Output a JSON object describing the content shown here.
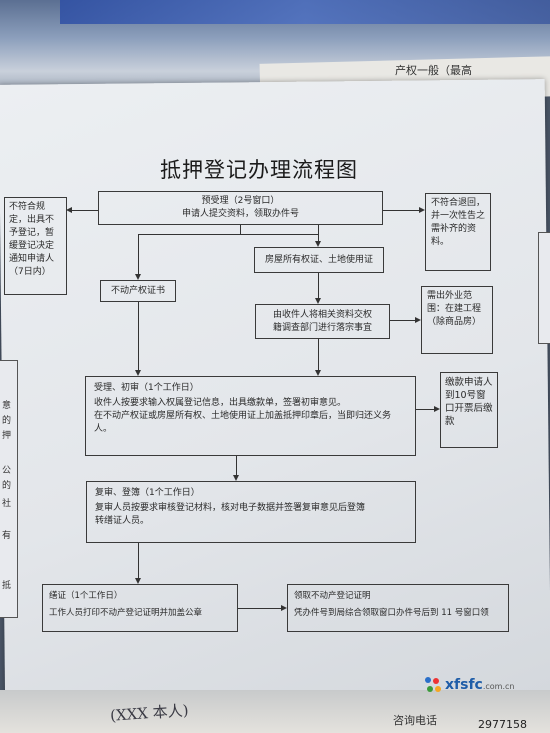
{
  "background": {
    "top_doc_text": "产权一般（最高",
    "bottom_handwriting": "(XXX 本人)",
    "bottom_phone_label": "咨询电话",
    "bottom_number": "2977158"
  },
  "title": "抵押登记办理流程图",
  "flow": {
    "pre_accept": {
      "line1": "预受理（2号窗口）",
      "line2": "申请人提交资料，领取办件号"
    },
    "left_reject": {
      "text": "不符合规定，出具不予登记，暂缓登记决定通知申请人（7日内）"
    },
    "right_reject": {
      "text": "不符合退回，并一次性告之需补齐的资料。"
    },
    "property_cert": {
      "text": "房屋所有权证、土地使用证"
    },
    "realty_cert": {
      "text": "不动产权证书"
    },
    "archive_check": {
      "line1": "由收件人将相关资料交权",
      "line2": "籍调查部门进行落宗事宜"
    },
    "field_survey": {
      "text": "需出外业范围：在建工程（除商品房）"
    },
    "payment": {
      "text": "缴款申请人到10号窗口开票后缴款"
    },
    "first_review": {
      "heading": "受理、初审（1个工作日）",
      "line1": "收件人按要求输入权属登记信息，出具缴款单，签署初审意见。",
      "line2": "在不动产权证或房屋所有权、土地使用证上加盖抵押印章后，当即归还义务人。"
    },
    "second_review": {
      "heading": "复审、登簿（1个工作日）",
      "line1": "复审人员按要求审核登记材料，核对电子数据并签署复审意见后登簿",
      "line2": "转缮证人员。"
    },
    "certify": {
      "heading": "缮证（1个工作日）",
      "line1": "工作人员打印不动产登记证明并加盖公章"
    },
    "collect": {
      "heading": "领取不动产登记证明",
      "line1": "凭办件号到局综合领取窗口办件号后到 11 号窗口领"
    }
  },
  "edge_left_chars": [
    "意",
    "的",
    "押",
    "公",
    "的",
    "社",
    "有",
    "抵"
  ],
  "watermark": {
    "brand": "xfsfc",
    "domain": ".com.cn"
  }
}
